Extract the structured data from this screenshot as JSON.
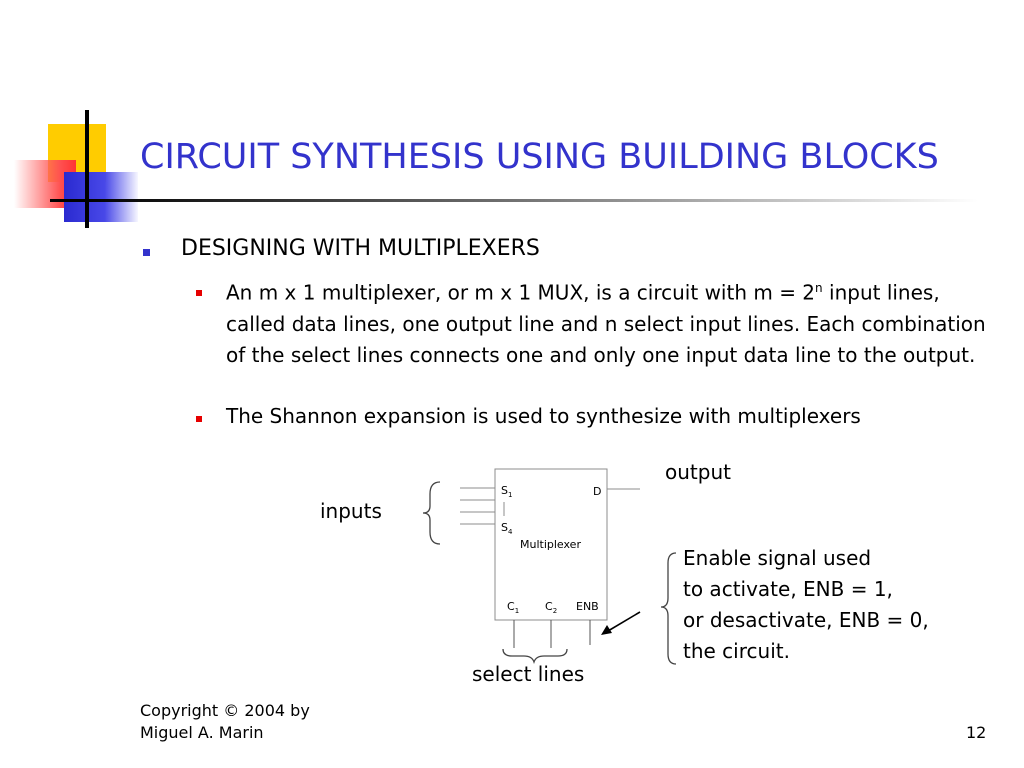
{
  "slide": {
    "title": "CIRCUIT SYNTHESIS USING BUILDING BLOCKS",
    "bullet_main": "DESIGNING WITH MULTIPLEXERS",
    "sub_bullets": [
      {
        "text_before_sup": "An  m x 1  multiplexer, or m x 1  MUX, is a circuit with  m = 2",
        "sup": "n",
        "text_after_sup": " input lines, called data lines, one output line and n select input lines. Each combination of the select lines connects one and only one input data line to the output."
      },
      {
        "text_before_sup": "The Shannon expansion is used to synthesize with multiplexers",
        "sup": "",
        "text_after_sup": ""
      }
    ]
  },
  "diagram": {
    "block_label": "Multiplexer",
    "s1": {
      "letter": "S",
      "sub": "1"
    },
    "s4": {
      "letter": "S",
      "sub": "4"
    },
    "d_label": "D",
    "c1": {
      "letter": "C",
      "sub": "1"
    },
    "c2": {
      "letter": "C",
      "sub": "2"
    },
    "enb_label": "ENB",
    "inputs_label": "inputs",
    "output_label": "output",
    "select_lines_label": "select lines",
    "enable_lines": [
      "Enable signal used",
      "to activate, ENB = 1,",
      "or desactivate, ENB = 0,",
      "the circuit."
    ]
  },
  "footer": {
    "copyright_line1": "Copyright © 2004 by",
    "copyright_line2": "Miguel A. Marin",
    "page_number": "12"
  },
  "colors": {
    "title": "#3333cc",
    "bullet_l1": "#3333cc",
    "bullet_l2": "#e60000",
    "logo_yellow": "#ffcc00",
    "logo_red": "#ff3333",
    "logo_blue": "#3333cc"
  }
}
